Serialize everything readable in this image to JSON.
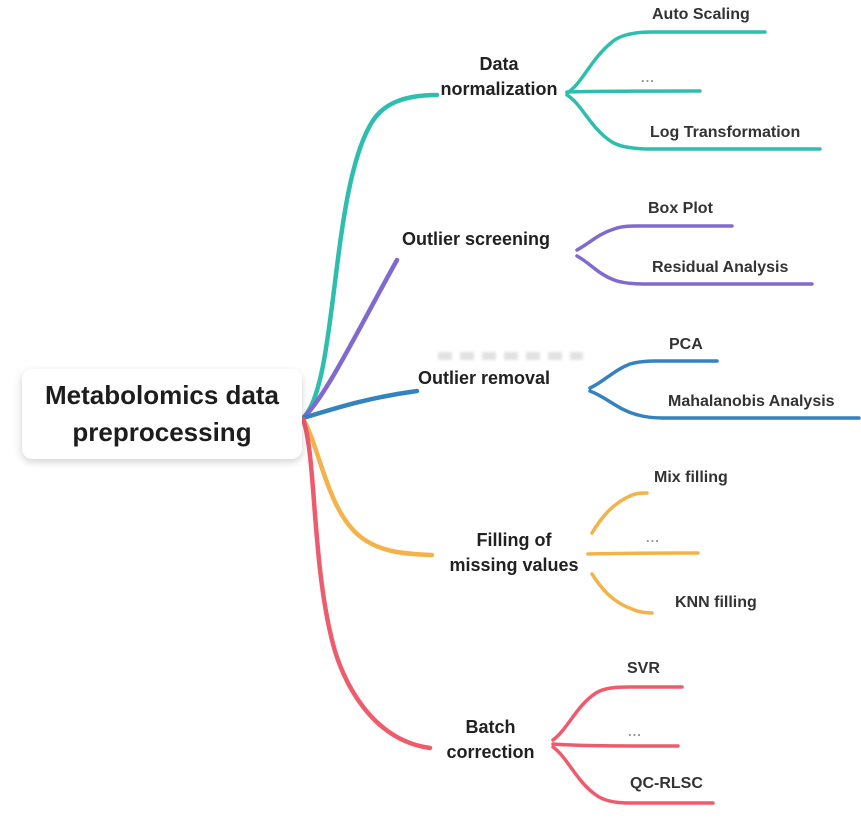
{
  "mindmap": {
    "root": {
      "label": "Metabolomics data preprocessing"
    },
    "branches": [
      {
        "label": "Data normalization",
        "color": "#2ebead",
        "children": [
          {
            "label": "Auto Scaling"
          },
          {
            "label": "..."
          },
          {
            "label": "Log Transformation"
          }
        ]
      },
      {
        "label": "Outlier screening",
        "color": "#806ad0",
        "children": [
          {
            "label": "Box Plot"
          },
          {
            "label": "Residual Analysis"
          }
        ]
      },
      {
        "label": "Outlier removal",
        "color": "#3482be",
        "children": [
          {
            "label": "PCA"
          },
          {
            "label": "Mahalanobis Analysis"
          }
        ]
      },
      {
        "label": "Filling of missing values",
        "color": "#f4b24a",
        "children": [
          {
            "label": "Mix filling"
          },
          {
            "label": "..."
          },
          {
            "label": "KNN filling"
          }
        ]
      },
      {
        "label": "Batch correction",
        "color": "#ee5b6d",
        "children": [
          {
            "label": "SVR"
          },
          {
            "label": "..."
          },
          {
            "label": "QC-RLSC"
          }
        ]
      }
    ],
    "palette": {
      "background": "#ffffff",
      "root_text": "#1d1d1d",
      "branch_text": "#212121",
      "child_text": "#333333",
      "ellipsis_text": "#8f9499"
    }
  }
}
